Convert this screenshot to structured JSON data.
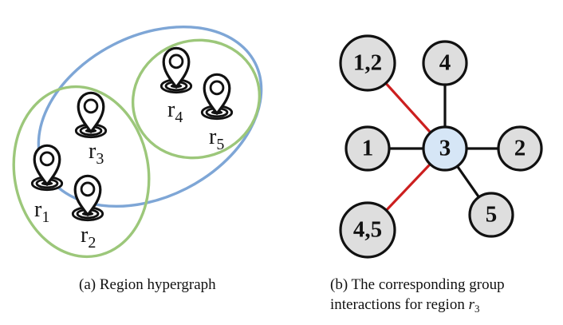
{
  "panels": {
    "a": {
      "caption": "(a)  Region hypergraph",
      "regions": [
        {
          "label": "r",
          "sub": "1"
        },
        {
          "label": "r",
          "sub": "2"
        },
        {
          "label": "r",
          "sub": "3"
        },
        {
          "label": "r",
          "sub": "4"
        },
        {
          "label": "r",
          "sub": "5"
        }
      ],
      "colors": {
        "green_hyperedge": "#9cc77a",
        "blue_hyperedge": "#7ea6d6",
        "pin_stroke": "#111111"
      }
    },
    "b": {
      "caption_line1": "(b)  The corresponding group",
      "caption_line2_prefix": "interactions for region ",
      "caption_var": "r",
      "caption_sub": "3",
      "nodes": {
        "center": "3",
        "group12": "1,2",
        "n4": "4",
        "n1": "1",
        "n2": "2",
        "group45": "4,5",
        "n5": "5"
      },
      "colors": {
        "center_fill": "#d6e6f6",
        "node_fill": "#dedede",
        "node_stroke": "#111111",
        "black_edge": "#111111",
        "red_edge": "#cc1f1f"
      }
    }
  }
}
